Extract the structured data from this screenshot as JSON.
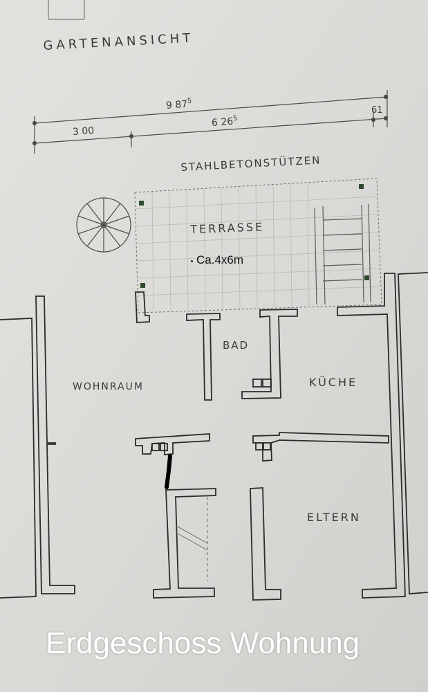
{
  "view_title": "GARTENANSICHT",
  "dimensions": {
    "total": {
      "main": "9 87",
      "sup": "5"
    },
    "left": {
      "main": "3 00"
    },
    "middle": {
      "main": "6 26",
      "sup": "5"
    },
    "right": {
      "main": "61"
    }
  },
  "annotations": {
    "columns": "STAHLBETONSTÜTZEN",
    "terrace_size": "Ca.4x6m"
  },
  "rooms": {
    "terrace": "TERRASSE",
    "bath": "BAD",
    "living": "WOHNRAUM",
    "kitchen": "KÜCHE",
    "parents": "ELTERN"
  },
  "caption": "Erdgeschoss Wohnung",
  "colors": {
    "paper": "#d9d9d6",
    "ink": "#3a3a3a",
    "caption": "#ffffff"
  }
}
